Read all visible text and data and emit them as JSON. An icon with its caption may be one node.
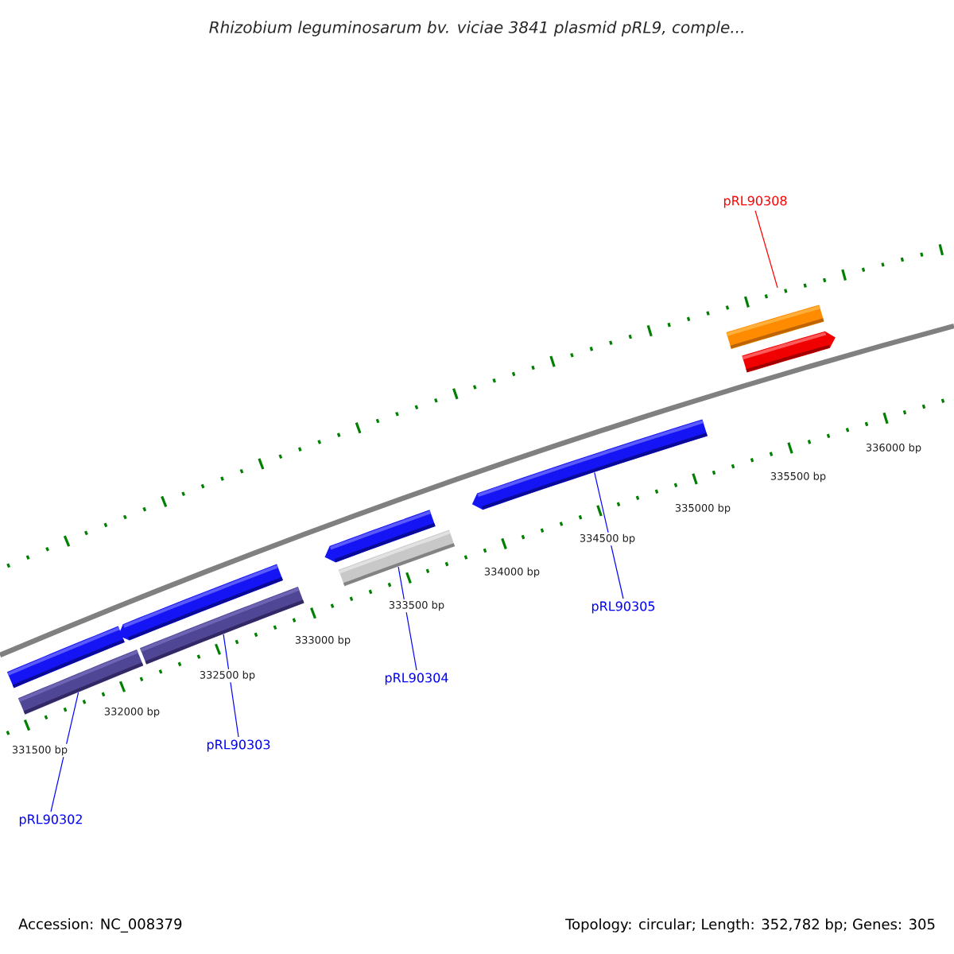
{
  "diagram": {
    "title": "Rhizobium leguminosarum bv. viciae 3841 plasmid pRL9, comple...",
    "nodes": [
      {
        "text": [
          "pRL90308"
        ]
      },
      {
        "text": [
          "pRL90302"
        ]
      },
      {
        "text": [
          "pRL90303"
        ]
      },
      {
        "text": [
          "pRL90304"
        ]
      },
      {
        "text": [
          "pRL90305"
        ]
      },
      {
        "text": [],
        "shape": "bar"
      },
      {
        "text": [],
        "shape": "bar"
      },
      {
        "text": [],
        "shape": "bar"
      },
      {
        "text": [],
        "shape": "bar"
      }
    ],
    "edges": [
      {
        "from": 0,
        "to": null,
        "arrow": "none",
        "color": "#ff0000"
      },
      {
        "from": 1,
        "to": 5,
        "arrow": "none"
      },
      {
        "from": 2,
        "to": 6,
        "arrow": "none"
      },
      {
        "from": 3,
        "to": 7,
        "arrow": "none"
      },
      {
        "from": 4,
        "to": 8,
        "arrow": "none"
      }
    ],
    "labels": [
      "331500 bp",
      "332000 bp",
      "332500 bp",
      "333000 bp",
      "333500 bp",
      "334000 bp",
      "334500 bp",
      "335000 bp",
      "335500 bp",
      "336000 bp",
      "Accession: NC_008379",
      "Topology: circular; Length: 352,782 bp; Genes: 305"
    ]
  }
}
